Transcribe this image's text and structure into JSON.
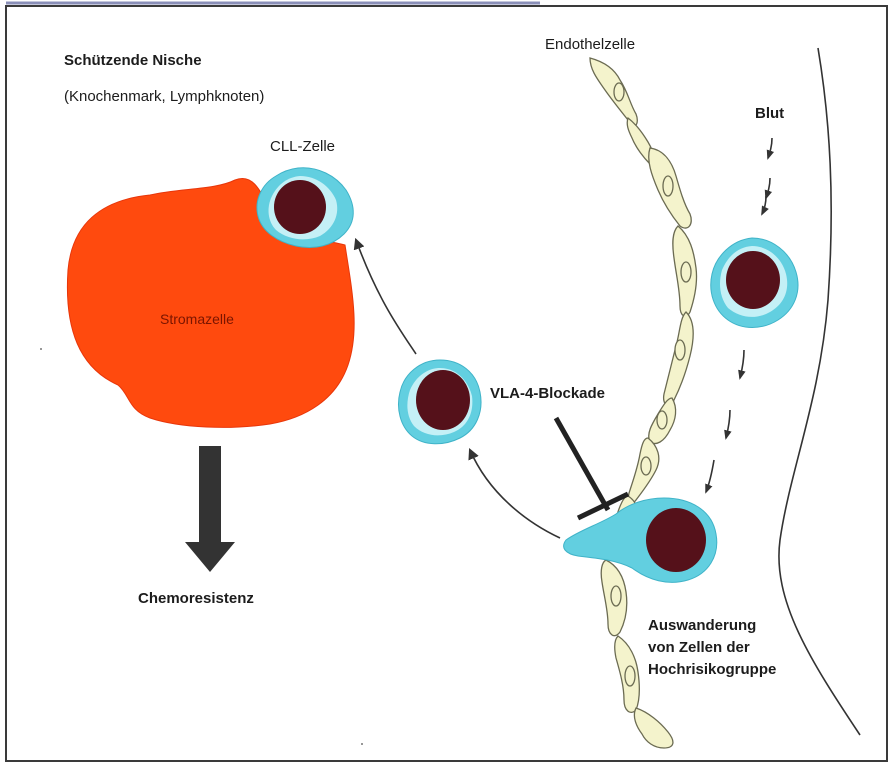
{
  "labels": {
    "niche_title": "Schützende Nische",
    "niche_subtitle": "(Knochenmark, Lymphknoten)",
    "cll_cell": "CLL-Zelle",
    "stroma_cell": "Stromazelle",
    "endothelial_cell": "Endothelzelle",
    "blood": "Blut",
    "vla4_blockade": "VLA-4-Blockade",
    "chemoresistance": "Chemoresistenz",
    "migration": [
      "Auswanderung",
      "von Zellen der",
      "Hochrisikogruppe"
    ]
  },
  "colors": {
    "stroma_fill": "#ff4a0e",
    "cell_membrane": "#62cfe0",
    "cell_membrane_light": "#c4f0f6",
    "cell_nucleus": "#55111a",
    "endothelium_fill": "#f4f3cc",
    "endothelium_stroke": "#6b6b52",
    "arrow": "#333333",
    "outline": "#222222"
  }
}
